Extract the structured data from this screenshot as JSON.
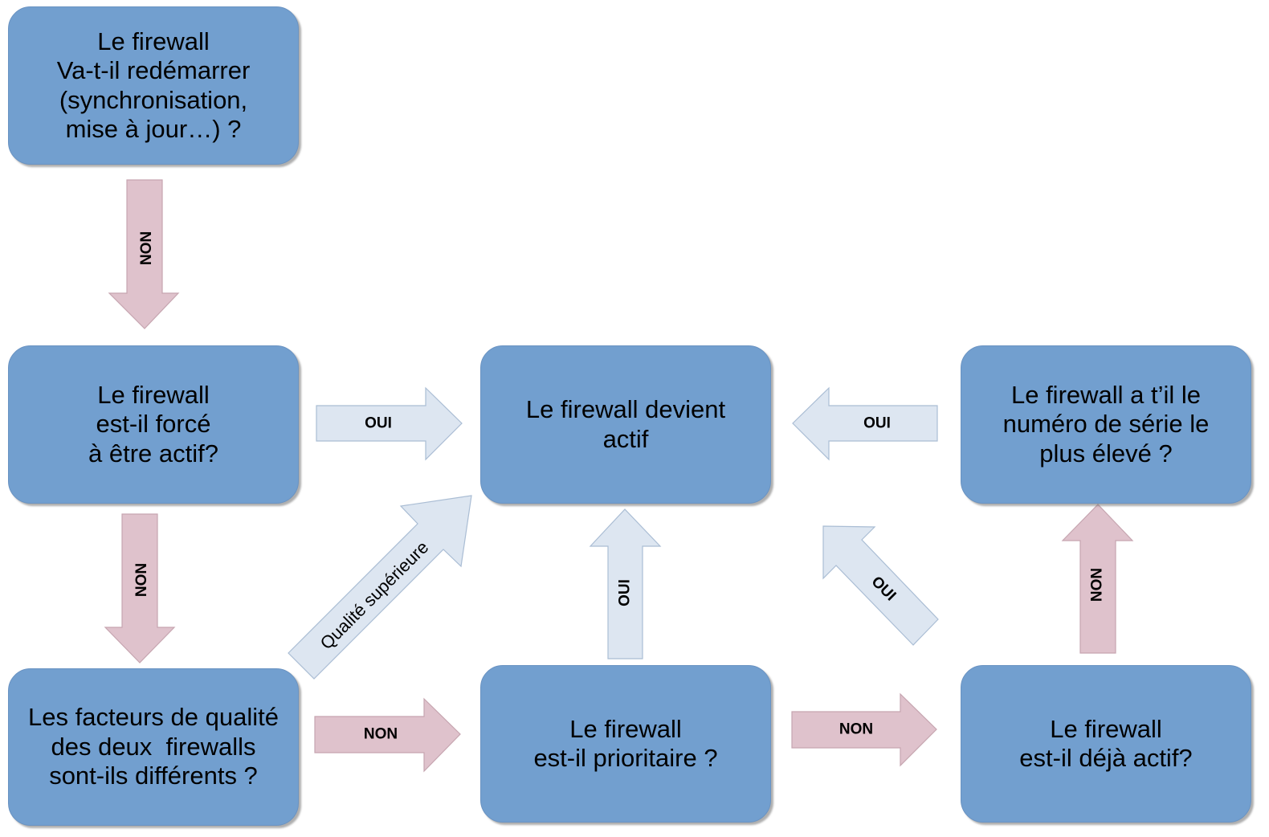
{
  "nodes": {
    "restart_question": {
      "lines": [
        "Le firewall",
        "Va-t-il redémarrer",
        "(synchronisation,",
        "mise à jour…) ?"
      ]
    },
    "forced_question": {
      "lines": [
        "Le firewall",
        "est-il forcé",
        "à être actif?"
      ]
    },
    "quality_question": {
      "lines": [
        "Les facteurs de qualité",
        "des deux  firewalls",
        "sont-ils différents ?"
      ]
    },
    "becomes_active": {
      "lines": [
        "Le firewall devient",
        "actif"
      ]
    },
    "priority_question": {
      "lines": [
        "Le firewall",
        "est-il prioritaire ?"
      ]
    },
    "serial_question": {
      "lines": [
        "Le firewall a t’il le",
        "numéro de série le",
        "plus élevé ?"
      ]
    },
    "already_active_question": {
      "lines": [
        "Le firewall",
        "est-il déjà actif?"
      ]
    }
  },
  "edges": {
    "restart_to_forced": {
      "label": "NON"
    },
    "forced_to_quality": {
      "label": "NON"
    },
    "forced_to_active": {
      "label": "OUI"
    },
    "serial_to_active": {
      "label": "OUI"
    },
    "quality_to_priority": {
      "label": "NON"
    },
    "priority_to_already_active": {
      "label": "NON"
    },
    "priority_to_active": {
      "label": "OUI"
    },
    "already_active_to_serial": {
      "label": "NON"
    },
    "quality_to_active": {
      "label": "Qualité supérieure"
    },
    "already_active_to_active": {
      "label": "OUI"
    }
  },
  "colors": {
    "node_fill": "#729fcf",
    "node_border": "#6a93c2",
    "yes_arrow_fill": "#dde6f1",
    "no_arrow_fill": "#dfc2cc"
  }
}
